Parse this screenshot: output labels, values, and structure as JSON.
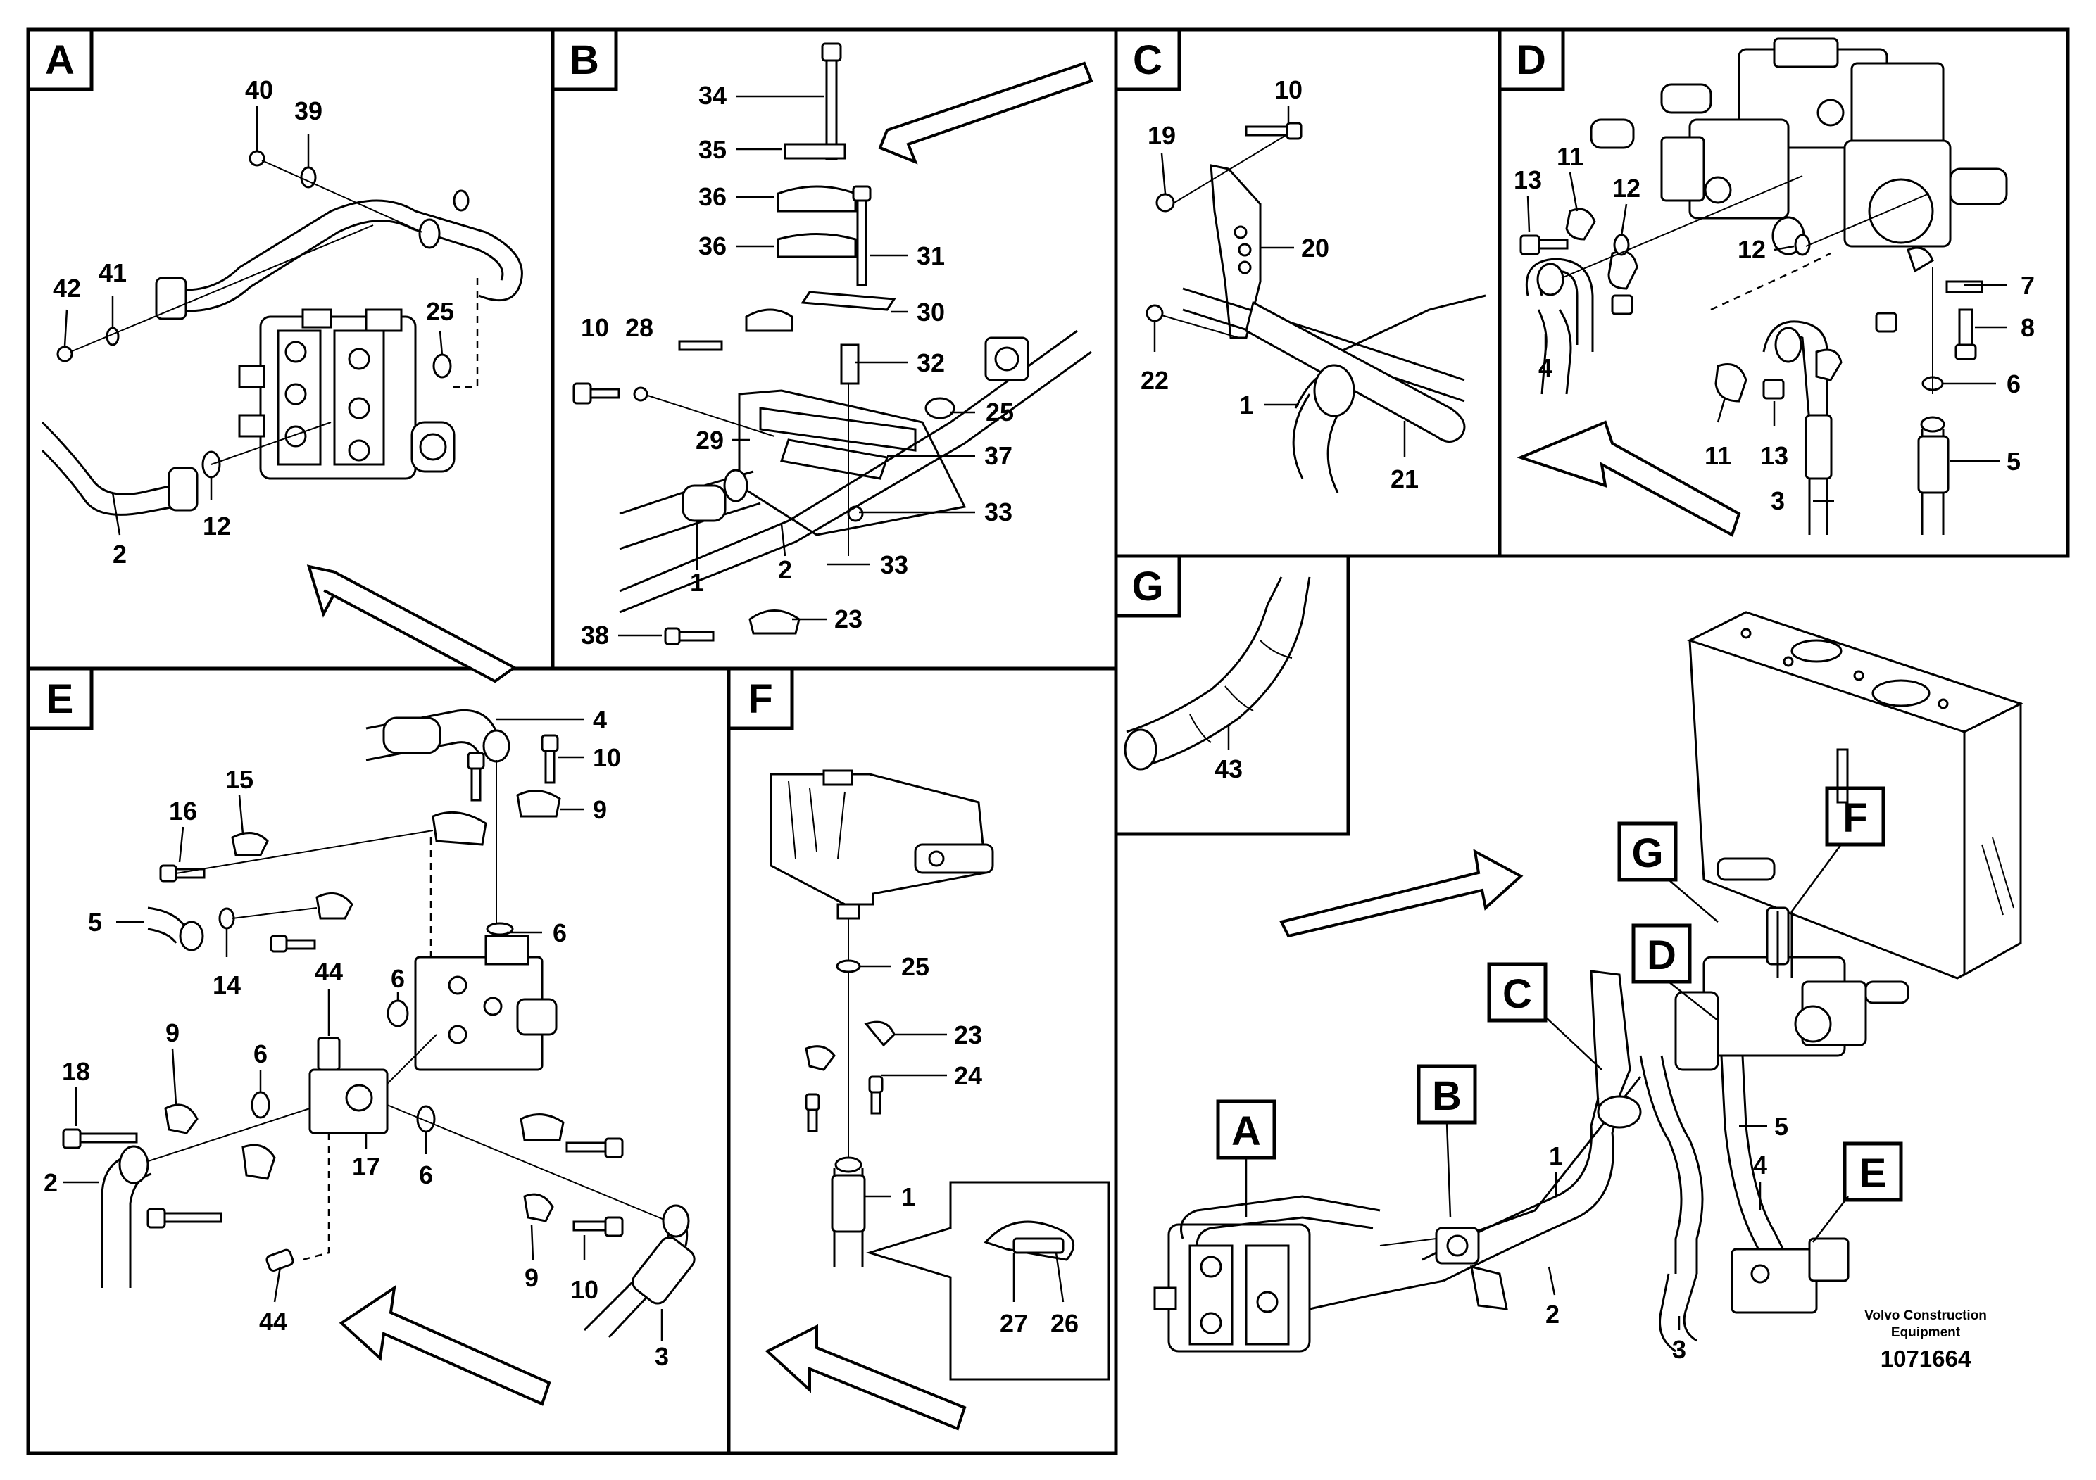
{
  "panels": {
    "A": {
      "tag": "A",
      "callouts": [
        {
          "id": "a40",
          "text": "40"
        },
        {
          "id": "a39",
          "text": "39"
        },
        {
          "id": "a42",
          "text": "42"
        },
        {
          "id": "a41",
          "text": "41"
        },
        {
          "id": "a25",
          "text": "25"
        },
        {
          "id": "a12",
          "text": "12"
        },
        {
          "id": "a2",
          "text": "2"
        }
      ]
    },
    "B": {
      "tag": "B",
      "callouts": [
        {
          "id": "b34",
          "text": "34"
        },
        {
          "id": "b35",
          "text": "35"
        },
        {
          "id": "b36a",
          "text": "36"
        },
        {
          "id": "b36b",
          "text": "36"
        },
        {
          "id": "b31",
          "text": "31"
        },
        {
          "id": "b30",
          "text": "30"
        },
        {
          "id": "b10",
          "text": "10"
        },
        {
          "id": "b28",
          "text": "28"
        },
        {
          "id": "b32",
          "text": "32"
        },
        {
          "id": "b25",
          "text": "25"
        },
        {
          "id": "b29",
          "text": "29"
        },
        {
          "id": "b37",
          "text": "37"
        },
        {
          "id": "b33a",
          "text": "33"
        },
        {
          "id": "b1",
          "text": "1"
        },
        {
          "id": "b2",
          "text": "2"
        },
        {
          "id": "b33b",
          "text": "33"
        },
        {
          "id": "b38",
          "text": "38"
        },
        {
          "id": "b23",
          "text": "23"
        }
      ]
    },
    "C": {
      "tag": "C",
      "callouts": [
        {
          "id": "c10",
          "text": "10"
        },
        {
          "id": "c19",
          "text": "19"
        },
        {
          "id": "c20",
          "text": "20"
        },
        {
          "id": "c22",
          "text": "22"
        },
        {
          "id": "c1",
          "text": "1"
        },
        {
          "id": "c21",
          "text": "21"
        }
      ]
    },
    "D": {
      "tag": "D",
      "callouts": [
        {
          "id": "d13a",
          "text": "13"
        },
        {
          "id": "d11a",
          "text": "11"
        },
        {
          "id": "d12a",
          "text": "12"
        },
        {
          "id": "d12b",
          "text": "12"
        },
        {
          "id": "d7",
          "text": "7"
        },
        {
          "id": "d8",
          "text": "8"
        },
        {
          "id": "d4",
          "text": "4"
        },
        {
          "id": "d6",
          "text": "6"
        },
        {
          "id": "d11b",
          "text": "11"
        },
        {
          "id": "d13b",
          "text": "13"
        },
        {
          "id": "d5",
          "text": "5"
        },
        {
          "id": "d3",
          "text": "3"
        }
      ]
    },
    "E": {
      "tag": "E",
      "callouts": [
        {
          "id": "e4",
          "text": "4"
        },
        {
          "id": "e10a",
          "text": "10"
        },
        {
          "id": "e15",
          "text": "15"
        },
        {
          "id": "e16",
          "text": "16"
        },
        {
          "id": "e9a",
          "text": "9"
        },
        {
          "id": "e5",
          "text": "5"
        },
        {
          "id": "e6a",
          "text": "6"
        },
        {
          "id": "e14",
          "text": "14"
        },
        {
          "id": "e44a",
          "text": "44"
        },
        {
          "id": "e6b",
          "text": "6"
        },
        {
          "id": "e18",
          "text": "18"
        },
        {
          "id": "e9b",
          "text": "9"
        },
        {
          "id": "e6c",
          "text": "6"
        },
        {
          "id": "e17",
          "text": "17"
        },
        {
          "id": "e6d",
          "text": "6"
        },
        {
          "id": "e2",
          "text": "2"
        },
        {
          "id": "e9c",
          "text": "9"
        },
        {
          "id": "e10b",
          "text": "10"
        },
        {
          "id": "e44b",
          "text": "44"
        },
        {
          "id": "e3",
          "text": "3"
        }
      ]
    },
    "F": {
      "tag": "F",
      "callouts": [
        {
          "id": "f25",
          "text": "25"
        },
        {
          "id": "f23",
          "text": "23"
        },
        {
          "id": "f24",
          "text": "24"
        },
        {
          "id": "f1",
          "text": "1"
        },
        {
          "id": "f27",
          "text": "27"
        },
        {
          "id": "f26",
          "text": "26"
        }
      ]
    },
    "G": {
      "tag": "G",
      "callouts": [
        {
          "id": "g43",
          "text": "43"
        }
      ]
    },
    "overview": {
      "tags": [
        {
          "id": "ovA",
          "text": "A"
        },
        {
          "id": "ovB",
          "text": "B"
        },
        {
          "id": "ovC",
          "text": "C"
        },
        {
          "id": "ovD",
          "text": "D"
        },
        {
          "id": "ovE",
          "text": "E"
        },
        {
          "id": "ovF",
          "text": "F"
        },
        {
          "id": "ovG",
          "text": "G"
        }
      ],
      "callouts": [
        {
          "id": "o1",
          "text": "1"
        },
        {
          "id": "o2",
          "text": "2"
        },
        {
          "id": "o3",
          "text": "3"
        },
        {
          "id": "o4",
          "text": "4"
        },
        {
          "id": "o5",
          "text": "5"
        }
      ],
      "brand_line1": "Volvo Construction",
      "brand_line2": "Equipment",
      "drawing_number": "1071664"
    }
  }
}
